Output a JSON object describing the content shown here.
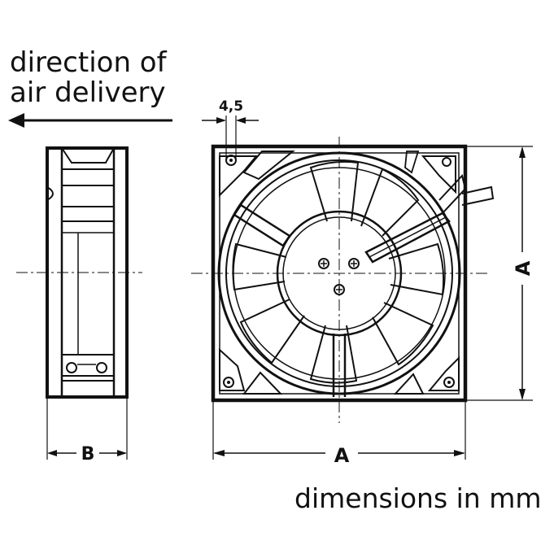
{
  "labels": {
    "direction_line1": "direction of",
    "direction_line2": "air delivery",
    "dim_small": "4,5",
    "dim_a_bottom": "A",
    "dim_a_right": "A",
    "dim_b": "B",
    "units_note": "dimensions in mm"
  },
  "colors": {
    "ink": "#111111",
    "paper": "#ffffff"
  },
  "icons": {
    "airflow": "arrow-left-icon"
  }
}
